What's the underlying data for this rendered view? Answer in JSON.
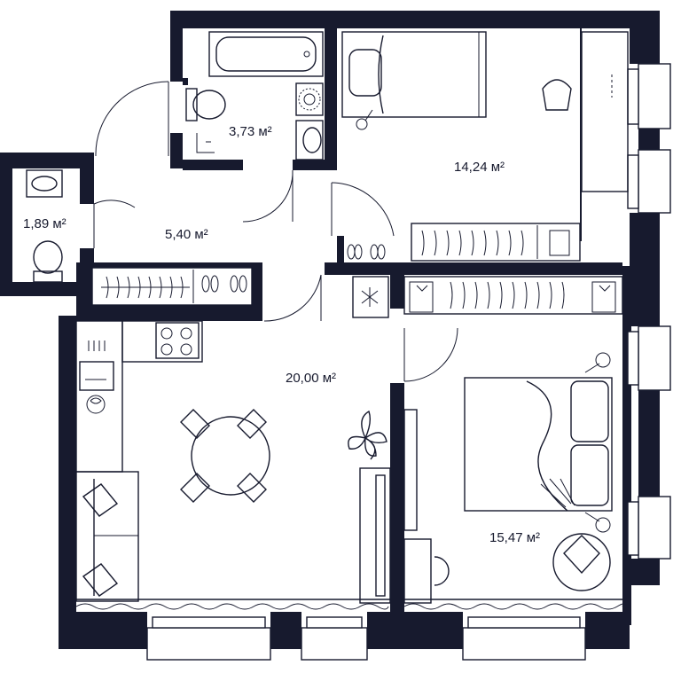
{
  "rooms": {
    "bathroom": {
      "area": "3,73 м²"
    },
    "bedroom_small": {
      "area": "14,24 м²"
    },
    "toilet": {
      "area": "1,89 м²"
    },
    "hallway": {
      "area": "5,40 м²"
    },
    "living_kitchen": {
      "area": "20,00 м²"
    },
    "bedroom_large": {
      "area": "15,47 м²"
    }
  },
  "colors": {
    "wall": "#171a2e",
    "background": "#ffffff"
  }
}
